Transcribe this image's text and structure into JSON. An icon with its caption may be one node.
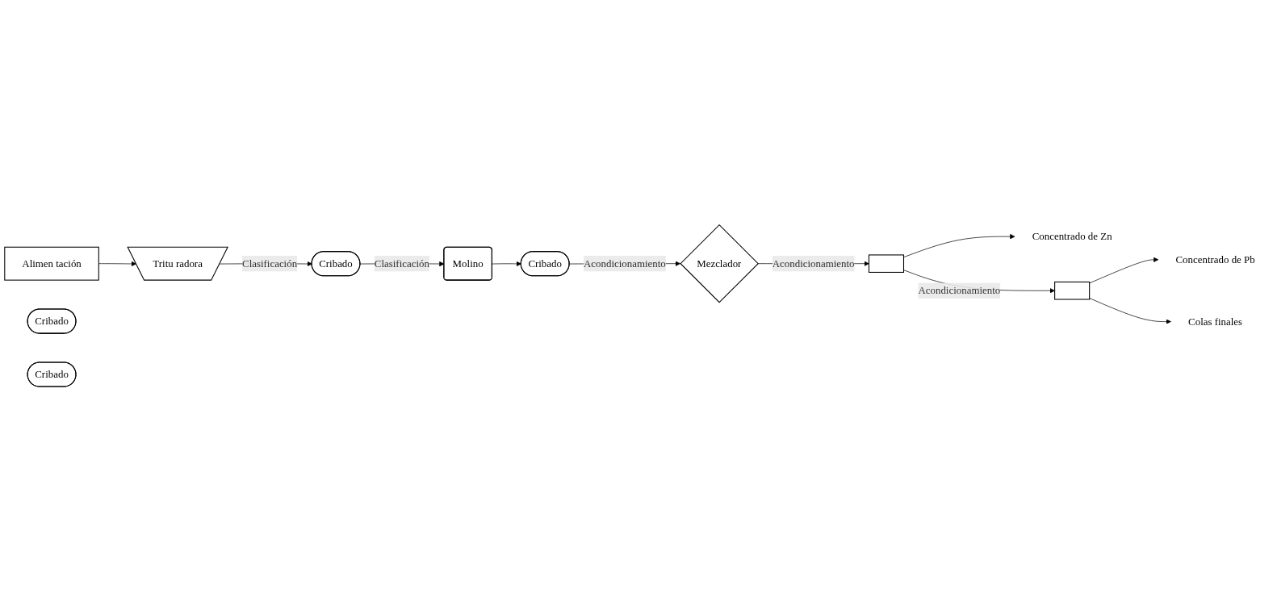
{
  "diagram": {
    "nodes": [
      {
        "text": [
          "Alimen tación"
        ]
      },
      {
        "text": [
          "Tritu radora"
        ]
      },
      {
        "text": [
          "Cribado"
        ]
      },
      {
        "text": [
          "Cribado"
        ]
      },
      {
        "text": [
          "Molino"
        ]
      },
      {
        "text": [
          "Cribado"
        ]
      },
      {
        "text": [
          "Cribado"
        ]
      },
      {
        "text": [
          "Mezclador"
        ]
      },
      {
        "text": [],
        "shape": "box"
      },
      {
        "text": [
          "Concentrado de Zn"
        ]
      },
      {
        "text": [],
        "shape": "box"
      },
      {
        "text": [
          "Concentrado de Pb"
        ]
      },
      {
        "text": [
          "Colas finales"
        ]
      }
    ],
    "edges": [
      {
        "from": 0,
        "to": 1,
        "arrow": "to"
      },
      {
        "from": 1,
        "to": 2,
        "label": "Clasificación",
        "arrow": "to"
      },
      {
        "from": 2,
        "to": 4,
        "label": "Clasificación",
        "arrow": "to"
      },
      {
        "from": 4,
        "to": 5,
        "arrow": "to"
      },
      {
        "from": 5,
        "to": 7,
        "label": "Acondicionamiento",
        "arrow": "to"
      },
      {
        "from": 7,
        "to": 8,
        "label": "Acondicionamiento",
        "arrow": "to"
      },
      {
        "from": 8,
        "to": 10,
        "label": "Acondicionamiento",
        "arrow": "to"
      },
      {
        "from": 8,
        "to": 9,
        "arrow": "to"
      },
      {
        "from": 10,
        "to": 11,
        "arrow": "to"
      },
      {
        "from": 10,
        "to": 12,
        "arrow": "to"
      }
    ]
  }
}
